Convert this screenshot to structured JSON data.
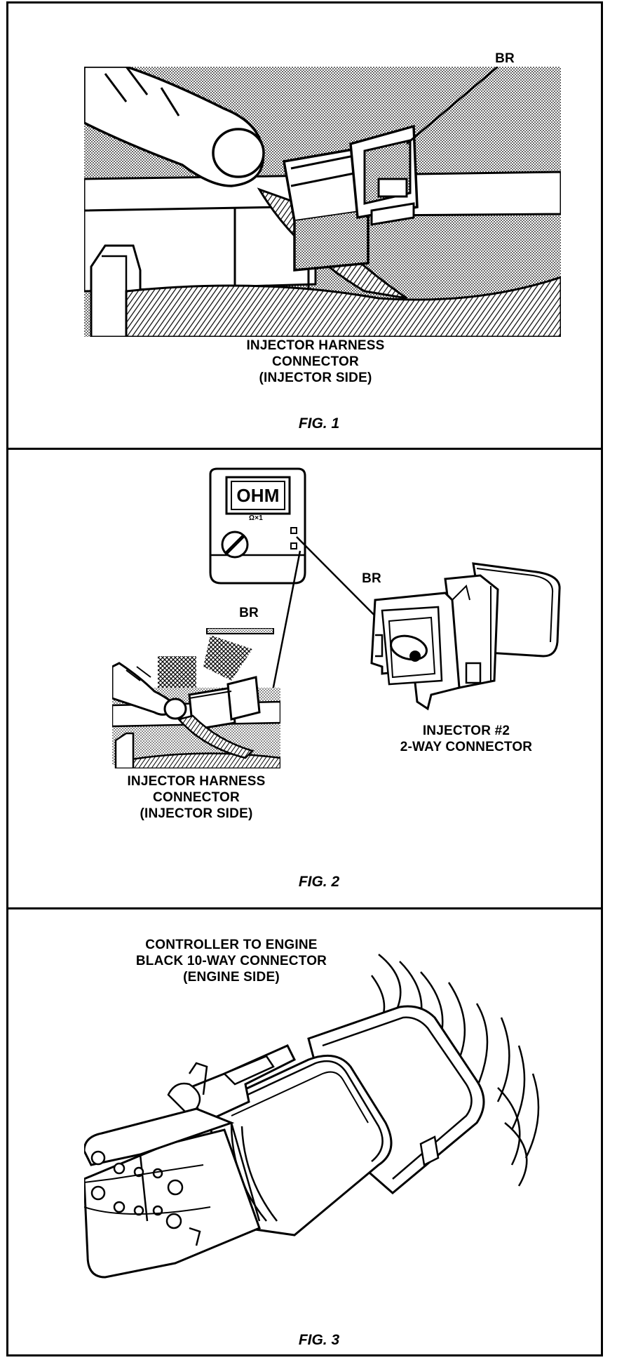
{
  "figures": [
    {
      "caption": "FIG. 1",
      "labels": {
        "br": "BR",
        "connector": "INJECTOR HARNESS\nCONNECTOR\n(INJECTOR SIDE)"
      }
    },
    {
      "caption": "FIG. 2",
      "labels": {
        "meter_display": "OHM",
        "meter_range": "Ω×1",
        "br_left": "BR",
        "br_right": "BR",
        "harness": "INJECTOR HARNESS\nCONNECTOR\n(INJECTOR SIDE)",
        "injector": "INJECTOR #2\n2-WAY CONNECTOR"
      }
    },
    {
      "caption": "FIG. 3",
      "labels": {
        "controller": "CONTROLLER TO ENGINE\nBLACK 10-WAY CONNECTOR\n(ENGINE SIDE)"
      }
    }
  ],
  "colors": {
    "ink": "#000000",
    "paper": "#ffffff",
    "shade": "#9a9a9a"
  }
}
